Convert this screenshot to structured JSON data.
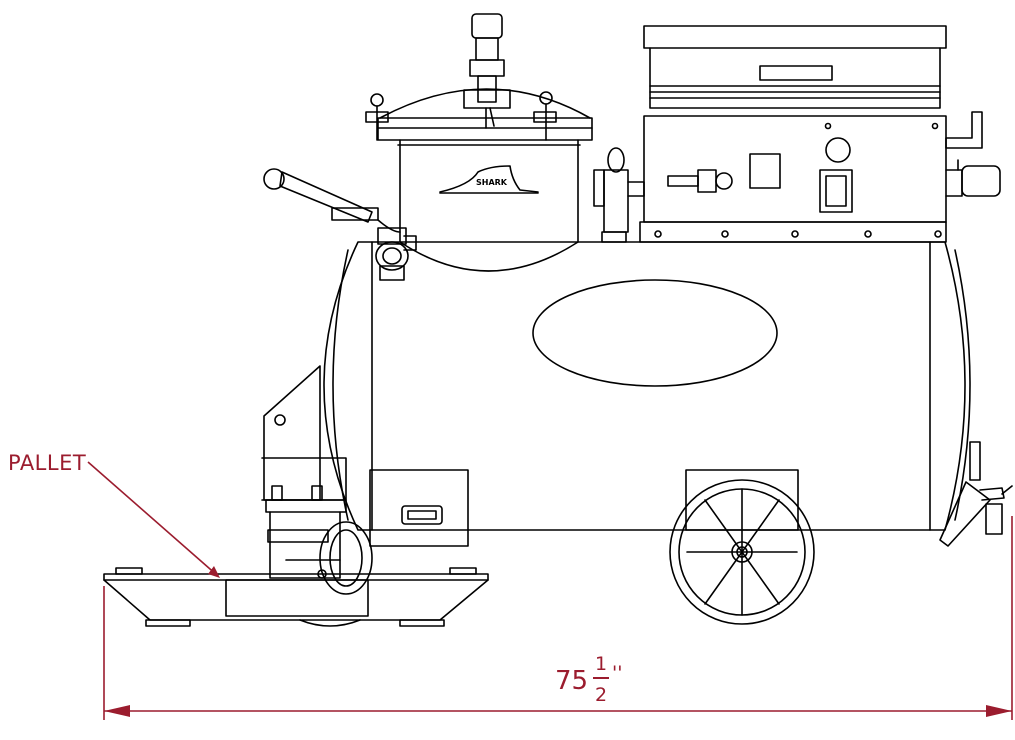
{
  "labels": {
    "pallet": "PALLET",
    "overall_length": {
      "whole": "75",
      "numerator": "1",
      "denominator": "2",
      "unit": "''"
    }
  },
  "colors": {
    "line": "#000000",
    "annotation": "#9b1c2e",
    "background": "#ffffff"
  }
}
